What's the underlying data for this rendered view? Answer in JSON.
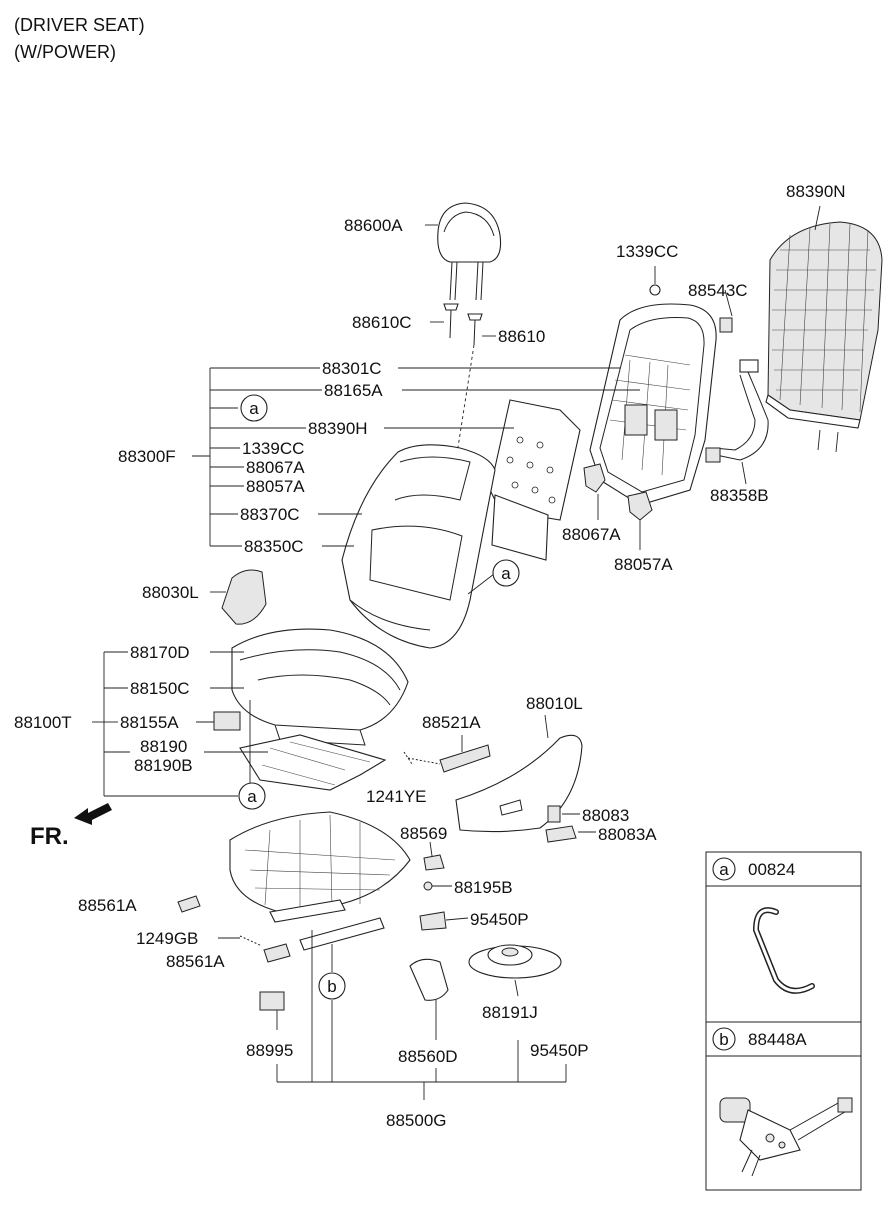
{
  "header": {
    "line1": "(DRIVER SEAT)",
    "line2": "(W/POWER)"
  },
  "direction_label": "FR.",
  "callouts": {
    "a": "a",
    "b": "b"
  },
  "labels": {
    "l88390N": "88390N",
    "l88600A": "88600A",
    "l1339CC_top": "1339CC",
    "l88543C": "88543C",
    "l88610C": "88610C",
    "l88610": "88610",
    "l88301C": "88301C",
    "l88165A": "88165A",
    "l88390H": "88390H",
    "l1339CC_list": "1339CC",
    "l88067A_list": "88067A",
    "l88057A_list": "88057A",
    "l88370C": "88370C",
    "l88350C": "88350C",
    "l88300F": "88300F",
    "l88358B": "88358B",
    "l88067A_right": "88067A",
    "l88057A_right": "88057A",
    "l88030L": "88030L",
    "l88170D": "88170D",
    "l88150C": "88150C",
    "l88100T": "88100T",
    "l88155A": "88155A",
    "l88190": "88190",
    "l88190B": "88190B",
    "l88521A": "88521A",
    "l88010L": "88010L",
    "l1241YE": "1241YE",
    "l88083": "88083",
    "l88083A": "88083A",
    "l88569": "88569",
    "l88195B": "88195B",
    "l88561A_top": "88561A",
    "l95450P_mid": "95450P",
    "l1249GB": "1249GB",
    "l88561A_bot": "88561A",
    "l88191J": "88191J",
    "l88995": "88995",
    "l88560D": "88560D",
    "l95450P_bot": "95450P",
    "l88500G": "88500G"
  },
  "legend": {
    "a": {
      "letter": "a",
      "part": "00824"
    },
    "b": {
      "letter": "b",
      "part": "88448A"
    }
  }
}
